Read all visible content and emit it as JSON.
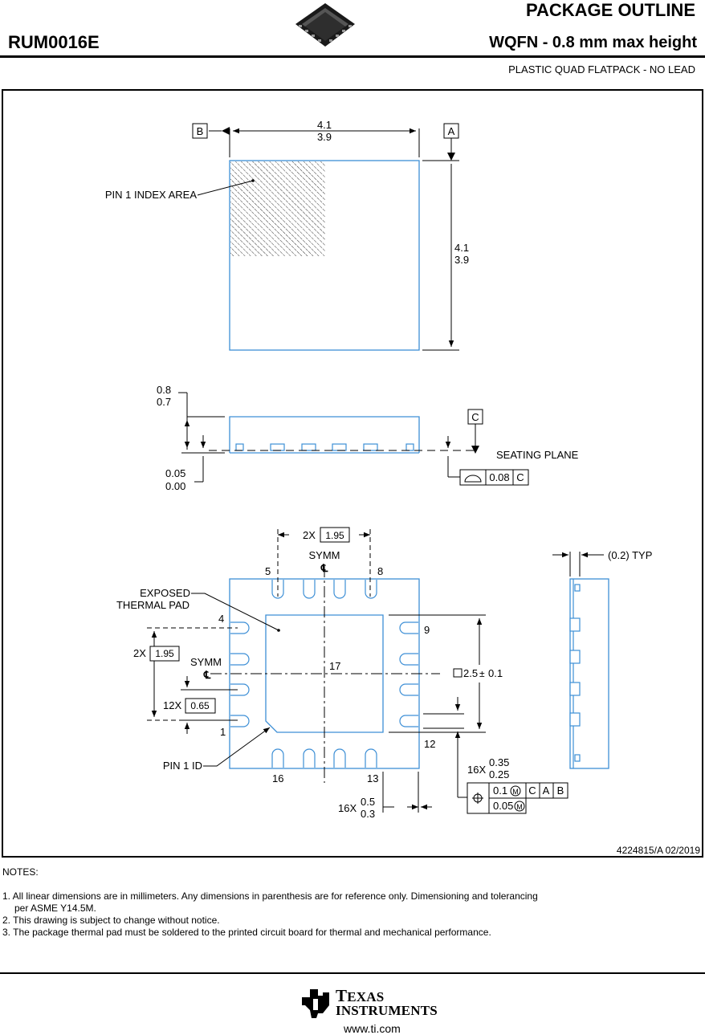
{
  "header": {
    "doc_type": "PACKAGE OUTLINE",
    "part_number": "RUM0016E",
    "package_name": "WQFN - 0.8 mm max height",
    "package_description": "PLASTIC QUAD FLATPACK - NO LEAD"
  },
  "drawing": {
    "top_view": {
      "datum_b": "B",
      "datum_a": "A",
      "width_max": "4.1",
      "width_min": "3.9",
      "height_max": "4.1",
      "height_min": "3.9",
      "pin1_index_label": "PIN 1 INDEX AREA"
    },
    "side_view": {
      "height_max": "0.8",
      "height_min": "0.7",
      "datum_c": "C",
      "seating_plane_label": "SEATING PLANE",
      "standoff_max": "0.05",
      "standoff_min": "0.00",
      "flatness_value": "0.08",
      "flatness_datum": "C"
    },
    "bottom_view": {
      "pad_span_qty": "2X",
      "pad_span_value": "1.95",
      "symm_label": "SYMM",
      "centerline_symbol": "℄",
      "exposed_pad_label_1": "EXPOSED",
      "exposed_pad_label_2": "THERMAL PAD",
      "pin_5": "5",
      "pin_8": "8",
      "pin_4": "4",
      "pin_9": "9",
      "pin_1": "1",
      "pin_12": "12",
      "pin_16": "16",
      "pin_13": "13",
      "pad_17": "17",
      "side_span_qty": "2X",
      "side_span_value": "1.95",
      "pitch_qty": "12X",
      "pitch_value": "0.65",
      "thermal_pad_size": "2.5",
      "thermal_pad_tol": "0.1",
      "pin1_id_label": "PIN 1 ID",
      "lead_width_qty": "16X",
      "lead_width_max": "0.35",
      "lead_width_min": "0.25",
      "lead_length_qty": "16X",
      "lead_length_max": "0.5",
      "lead_length_min": "0.3",
      "position_tol_1": "0.1",
      "position_tol_2": "0.05",
      "datum_ref_c": "C",
      "datum_ref_a": "A",
      "datum_ref_b": "B",
      "typ_label": "(0.2) TYP"
    },
    "drawing_number": "4224815/A   02/2019"
  },
  "notes": {
    "title": "NOTES:",
    "items": [
      "1. All linear dimensions are in millimeters. Any dimensions in parenthesis are for reference only. Dimensioning and tolerancing",
      "per ASME Y14.5M.",
      "2. This drawing is subject to change without notice.",
      "3. The package thermal pad must be soldered to the printed circuit board for thermal and mechanical performance."
    ]
  },
  "footer": {
    "brand_line1": "Texas",
    "brand_line2": "Instruments",
    "url": "www.ti.com"
  },
  "colors": {
    "outline_blue": "#3d8fd6",
    "line_black": "#000000"
  }
}
